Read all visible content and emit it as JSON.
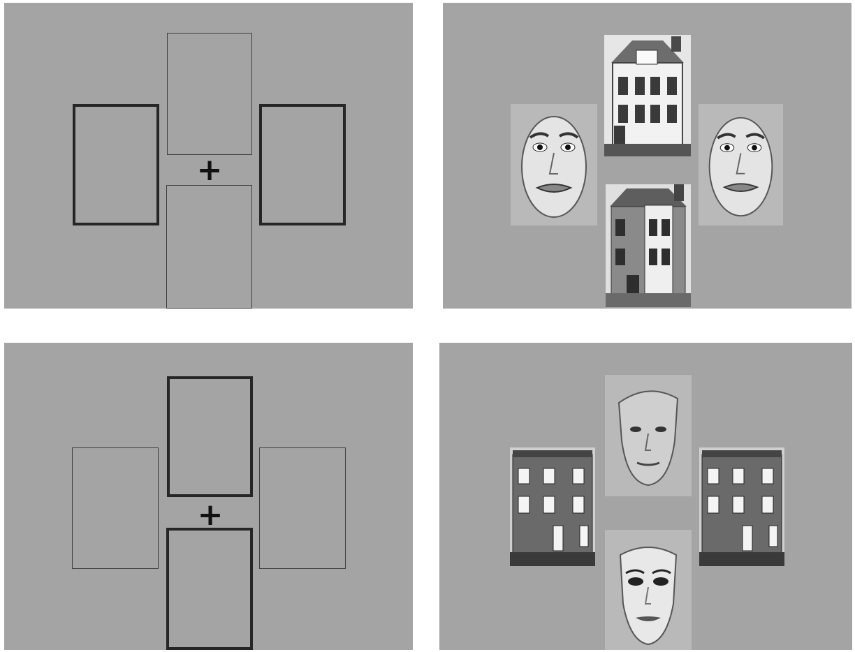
{
  "panels": [
    {
      "id": "cue-horizontal",
      "fixation": "+",
      "highlighted": [
        "left",
        "right"
      ]
    },
    {
      "id": "stimulus-faces-horizontal",
      "stimuli": {
        "top": "house",
        "bottom": "house",
        "left": "face-fearful-male",
        "right": "face-fearful-male"
      }
    },
    {
      "id": "cue-vertical",
      "fixation": "+",
      "highlighted": [
        "top",
        "bottom"
      ]
    },
    {
      "id": "stimulus-faces-vertical",
      "stimuli": {
        "top": "face-female-neutral",
        "bottom": "face-female",
        "left": "house",
        "right": "house"
      }
    }
  ],
  "fixation_symbol": "+",
  "colors": {
    "background": "#a4a4a4",
    "frame": "#262626"
  }
}
